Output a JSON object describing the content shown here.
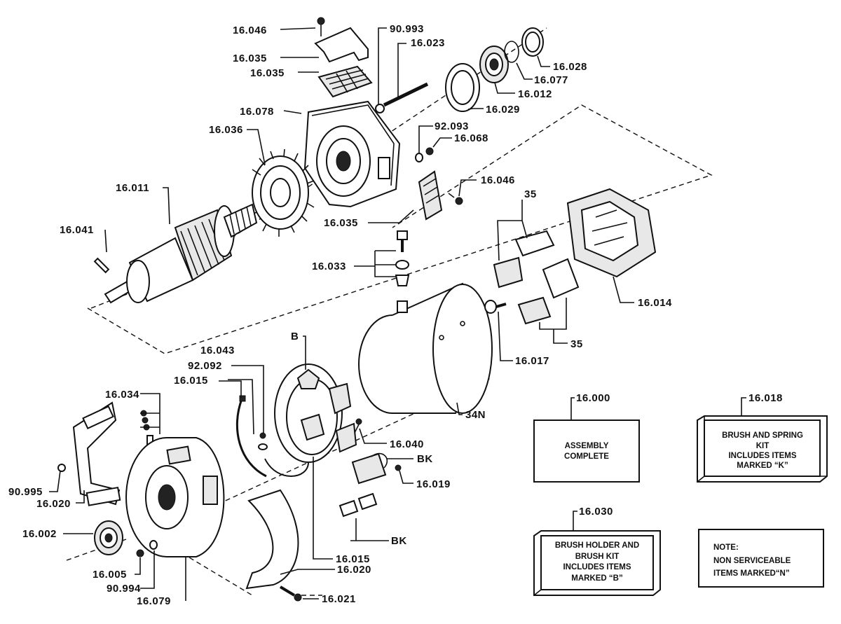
{
  "colors": {
    "ink": "#111111",
    "paper": "#ffffff"
  },
  "labels": {
    "l16046a": "16.046",
    "l90993": "90.993",
    "l16023": "16.023",
    "l16035a": "16.035",
    "l16035b": "16.035",
    "l16028": "16.028",
    "l16077": "16.077",
    "l16012": "16.012",
    "l16029": "16.029",
    "l16078": "16.078",
    "l92093": "92.093",
    "l16068": "16.068",
    "l16036": "16.036",
    "l16046b": "16.046",
    "l16011": "16.011",
    "l35a": "35",
    "l16035c": "16.035",
    "l16041": "16.041",
    "l16033": "16.033",
    "l16014": "16.014",
    "lB": "B",
    "l35b": "35",
    "l16043": "16.043",
    "l92092": "92.092",
    "l16015a": "16.015",
    "l16017": "16.017",
    "l16034": "16.034",
    "l34N": "34N",
    "l16040": "16.040",
    "lBKa": "BK",
    "l16019": "16.019",
    "l90995": "90.995",
    "l16020a": "16.020",
    "l16002": "16.002",
    "lBKb": "BK",
    "l16015b": "16.015",
    "l16005": "16.005",
    "l16020b": "16.020",
    "l90994": "90.994",
    "l16079": "16.079",
    "l16021": "16.021",
    "l16000": "16.000",
    "l16018": "16.018",
    "l16030": "16.030"
  },
  "boxes": {
    "assembly": [
      "ASSEMBLY",
      "COMPLETE"
    ],
    "brush_spring": [
      "BRUSH AND SPRING",
      "KIT",
      "INCLUDES ITEMS",
      "MARKED “K”"
    ],
    "brush_holder": [
      "BRUSH HOLDER AND",
      "BRUSH KIT",
      "INCLUDES ITEMS",
      "MARKED “B”"
    ],
    "note": [
      "NOTE:",
      "NON SERVICEABLE",
      "ITEMS MARKED“N”"
    ]
  }
}
